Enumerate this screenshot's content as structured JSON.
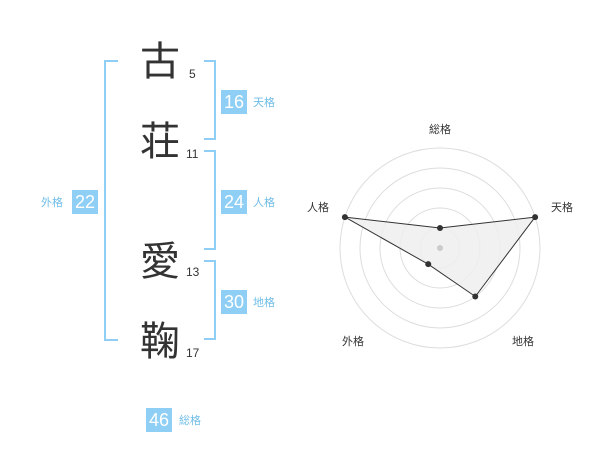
{
  "name": {
    "chars": [
      {
        "char": "古",
        "strokes": "5"
      },
      {
        "char": "荘",
        "strokes": "11"
      },
      {
        "char": "愛",
        "strokes": "13"
      },
      {
        "char": "鞠",
        "strokes": "17"
      }
    ]
  },
  "fortune": {
    "tenkaku": {
      "value": "16",
      "label": "天格"
    },
    "jinkaku": {
      "value": "24",
      "label": "人格"
    },
    "chikaku": {
      "value": "30",
      "label": "地格"
    },
    "gaikaku": {
      "value": "22",
      "label": "外格"
    },
    "soukaku": {
      "value": "46",
      "label": "総格"
    }
  },
  "radar": {
    "axes": [
      "総格",
      "天格",
      "地格",
      "外格",
      "人格"
    ],
    "levels": [
      1,
      2,
      3,
      4,
      5
    ],
    "values": {
      "総格": 1,
      "天格": 5,
      "地格": 3,
      "外格": 1,
      "人格": 5
    },
    "fill_color": "#eeeeee",
    "line_color": "#333333",
    "ring_color": "#dddddd"
  },
  "colors": {
    "accent": "#8fcff5",
    "label": "#6fbde8",
    "text": "#333333"
  }
}
